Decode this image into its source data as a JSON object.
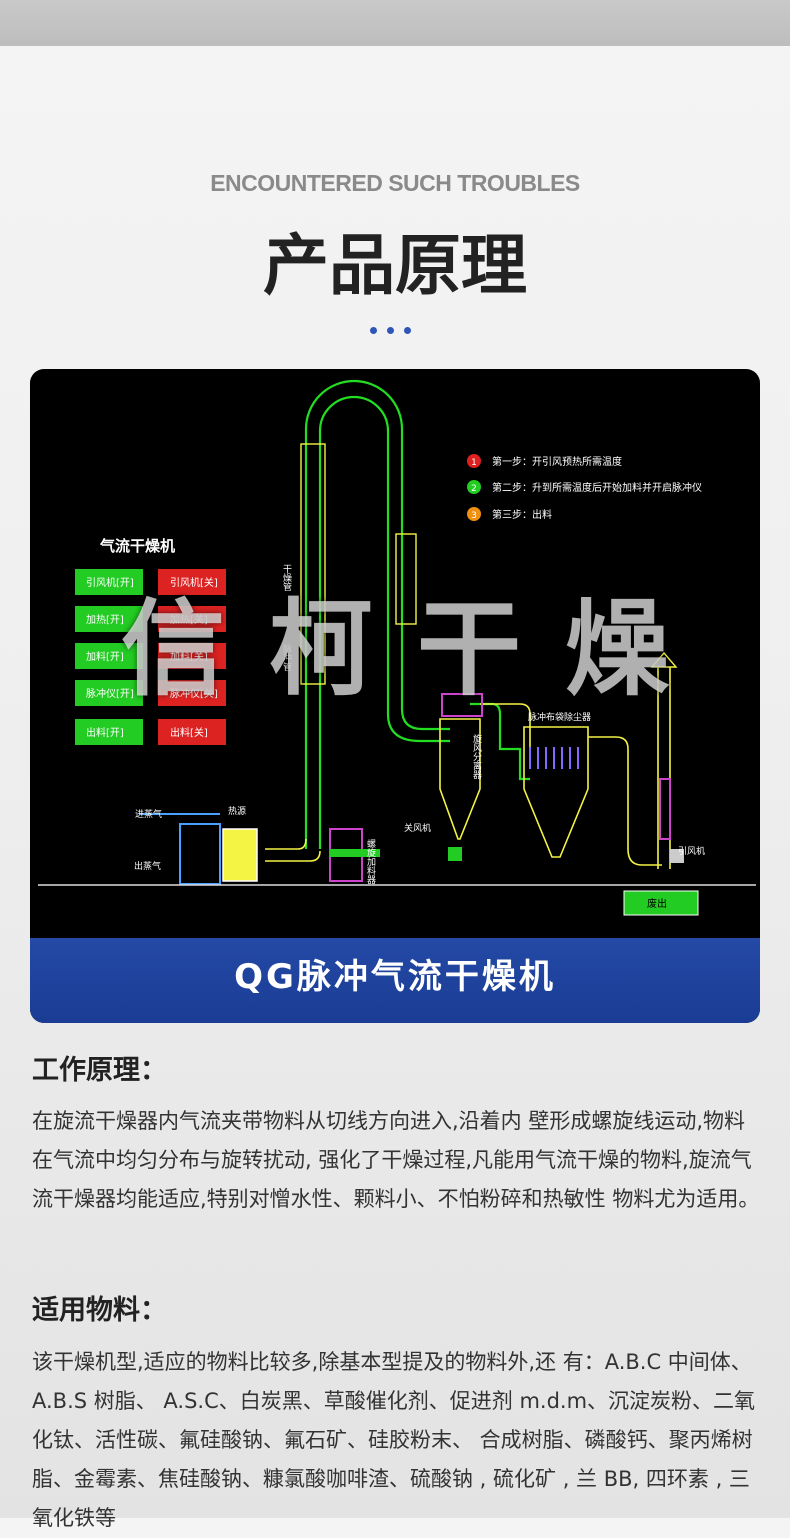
{
  "header": {
    "eyebrow": "ENCOUNTERED SUCH TROUBLES",
    "title": "产品原理"
  },
  "diagram": {
    "caption": "QG脉冲气流干燥机",
    "watermark": "信柯干燥",
    "panel_title": "气流干燥机",
    "steps": [
      {
        "num": "1",
        "text": "第一步：开引风预热所需温度",
        "color": "#e02020"
      },
      {
        "num": "2",
        "text": "第二步：升到所需温度后开始加料并开启脉冲仪",
        "color": "#22cc22"
      },
      {
        "num": "3",
        "text": "第三步：出料",
        "color": "#f09010"
      }
    ],
    "controls": [
      {
        "on": "引风机[开]",
        "off": "引风机[关]"
      },
      {
        "on": "加热[开]",
        "off": "加热[关]"
      },
      {
        "on": "加料[开]",
        "off": "加料[关]"
      },
      {
        "on": "脉冲仪[开]",
        "off": "脉冲仪[关]"
      },
      {
        "on": "出料[开]",
        "off": "出料[关]"
      }
    ],
    "labels": {
      "dryer_tube": "干燥管",
      "pulse_tube": "脉冲管",
      "steam_in": "进蒸气",
      "heat_source": "热源",
      "steam_out": "出蒸气",
      "screw_feeder": "螺旋加料器",
      "air_lock": "关风机",
      "cyclone": "旋风分离器",
      "bag_filter": "脉冲布袋除尘器",
      "induced_fan": "引风机",
      "exhaust": "废出"
    },
    "colors": {
      "line": "#f4f444",
      "tube": "#22dd22",
      "on_btn": "#22cc22",
      "off_btn": "#dd2222",
      "magenta": "#cc44cc"
    }
  },
  "sections": [
    {
      "heading": "工作原理：",
      "body": "在旋流干燥器内气流夹带物料从切线方向进入,沿着内 壁形成螺旋线运动,物料在气流中均匀分布与旋转扰动, 强化了干燥过程,凡能用气流干燥的物料,旋流气流干燥器均能适应,特别对憎水性、颗料小、不怕粉碎和热敏性 物料尤为适用。"
    },
    {
      "heading": "适用物料：",
      "body": "该干燥机型,适应的物料比较多,除基本型提及的物料外,还 有：A.B.C 中间体、A.B.S 树脂、 A.S.C、白炭黑、草酸催化剂、促进剂 m.d.m、沉淀炭粉、二氧化钛、活性碳、氟硅酸钠、氟石矿、硅胶粉末、 合成树脂、磷酸钙、聚丙烯树脂、金霉素、焦硅酸钠、糠氯酸咖啡渣、硫酸钠 , 硫化矿 , 兰 BB, 四环素 , 三氧化铁等"
    }
  ]
}
